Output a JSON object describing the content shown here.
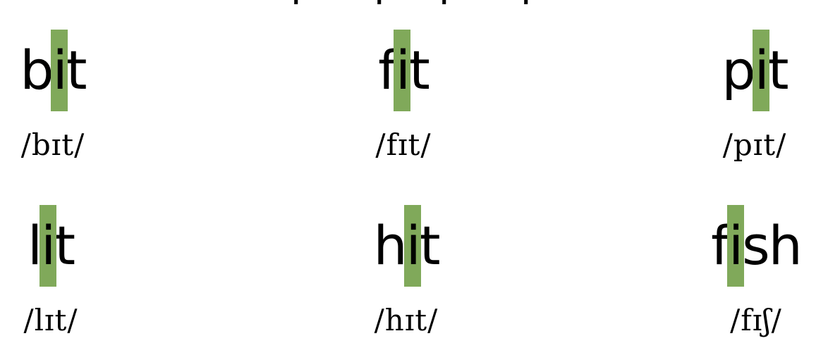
{
  "colors": {
    "highlight": "#80a95a",
    "text": "#000000",
    "background": "#ffffff"
  },
  "top_fragment": [
    "ʃ",
    "ʃ",
    "ʃ",
    "ʃ"
  ],
  "words": [
    {
      "id": "bit",
      "before": "b",
      "vowel": "i",
      "after": "t",
      "ipa": "/bɪt/"
    },
    {
      "id": "fit",
      "before": "f",
      "vowel": "i",
      "after": "t",
      "ipa": "/fɪt/"
    },
    {
      "id": "pit",
      "before": "p",
      "vowel": "i",
      "after": "t",
      "ipa": "/pɪt/"
    },
    {
      "id": "lit",
      "before": "l",
      "vowel": "i",
      "after": "t",
      "ipa": "/lɪt/"
    },
    {
      "id": "hit",
      "before": "h",
      "vowel": "i",
      "after": "t",
      "ipa": "/hɪt/"
    },
    {
      "id": "fish",
      "before": "f",
      "vowel": "i",
      "after": "sh",
      "ipa": "/fɪʃ/"
    }
  ]
}
